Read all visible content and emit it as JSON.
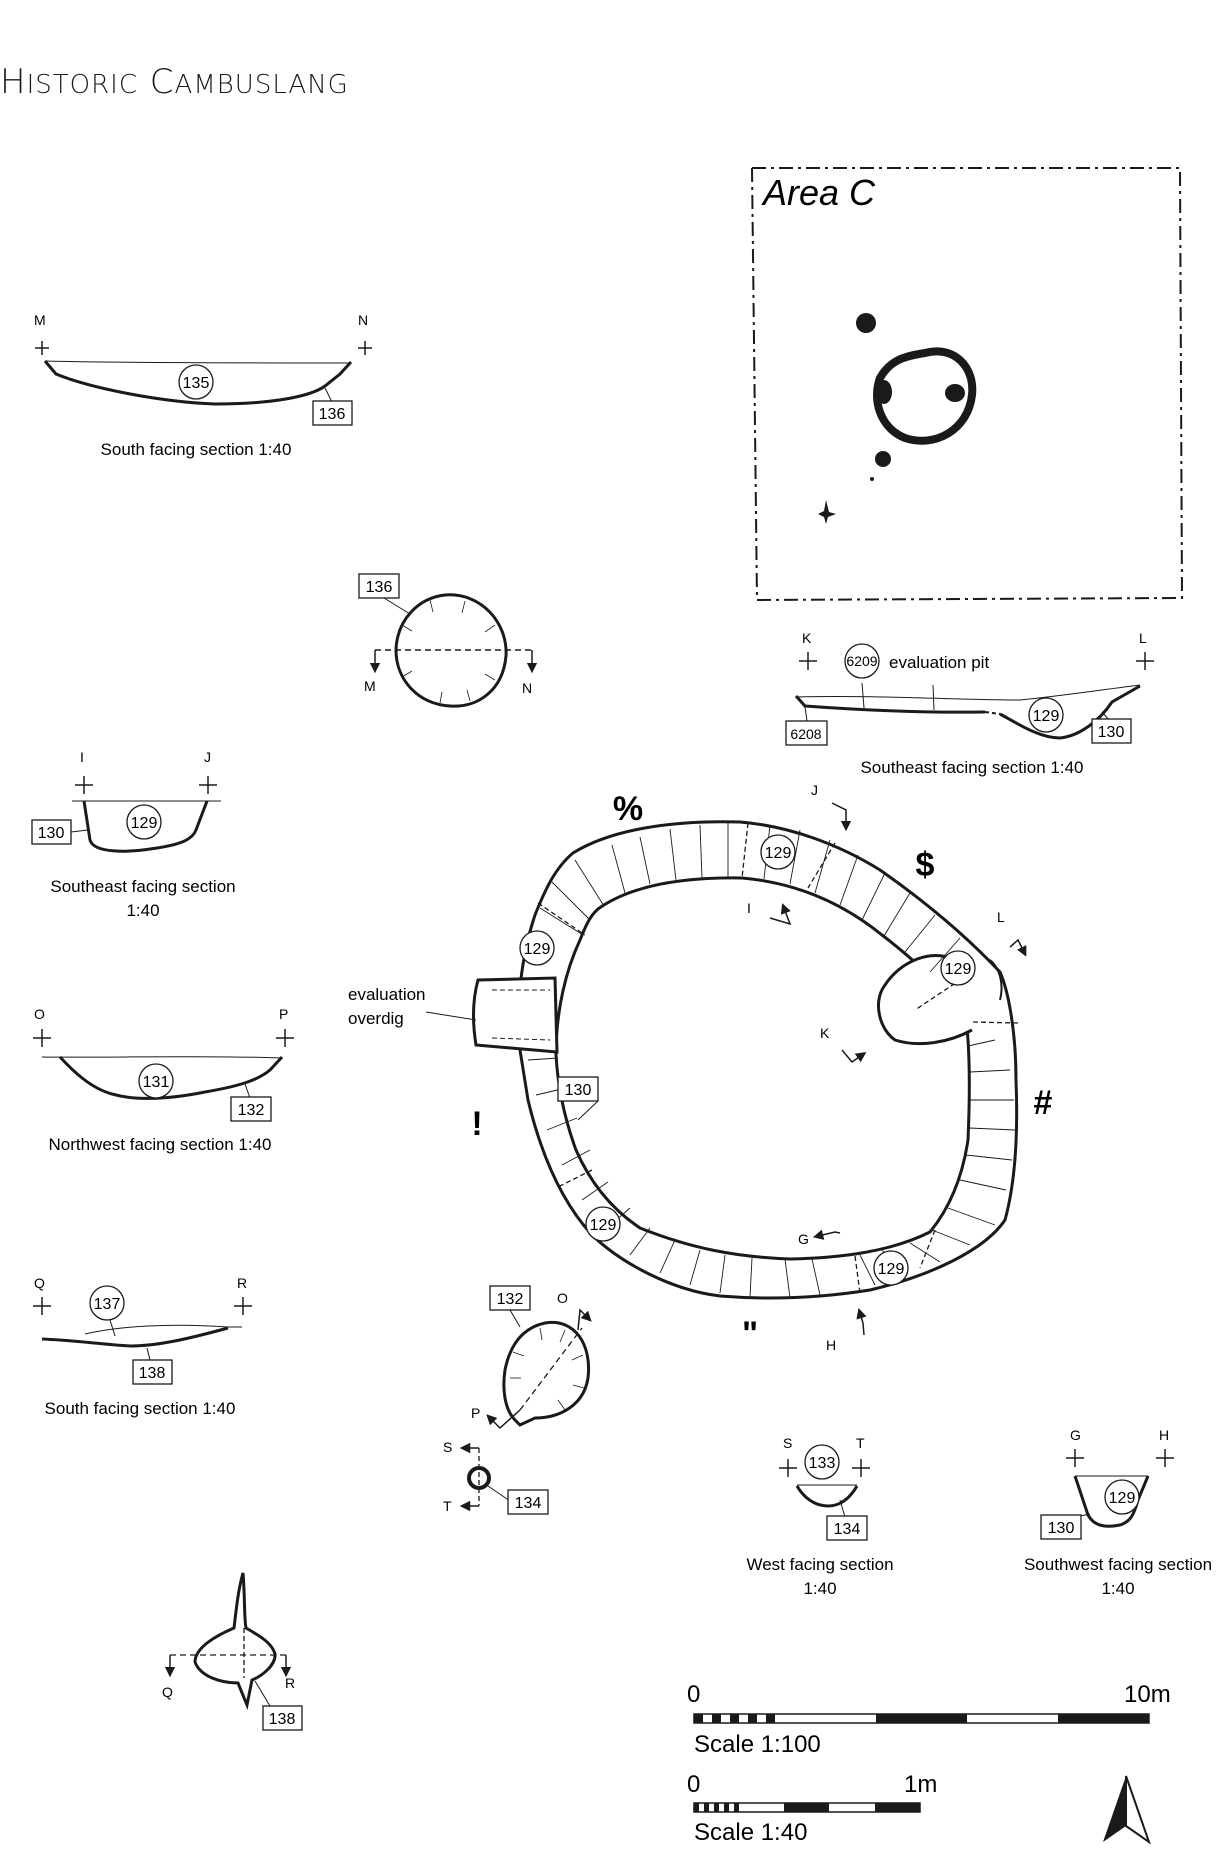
{
  "header": {
    "title_prefix": "H",
    "title_small": "ISTORIC",
    "title_c": "C",
    "title_rest": "AMBUSLANG"
  },
  "area": {
    "title": "Area C"
  },
  "feature_symbols": {
    "pct": "%",
    "dollar": "$",
    "hash": "#",
    "bang": "!",
    "quote": "\""
  },
  "sections": {
    "mn": {
      "left": "M",
      "right": "N",
      "fill": "135",
      "cut": "136",
      "caption": "South facing section 1:40"
    },
    "ij": {
      "left": "I",
      "right": "J",
      "fill": "129",
      "cut": "130",
      "caption_1": "Southeast facing section",
      "caption_2": "1:40"
    },
    "op": {
      "left": "O",
      "right": "P",
      "fill": "131",
      "cut": "132",
      "caption": "Northwest facing section 1:40"
    },
    "qr": {
      "left": "Q",
      "right": "R",
      "fill": "137",
      "cut": "138",
      "caption": "South facing section 1:40"
    },
    "kl": {
      "left": "K",
      "right": "L",
      "fill_eval": "6209",
      "note": "evaluation pit",
      "cut_eval": "6208",
      "fill": "129",
      "cut": "130",
      "caption": "Southeast facing section 1:40"
    },
    "st": {
      "left": "S",
      "right": "T",
      "fill": "133",
      "cut": "134",
      "caption_1": "West facing section",
      "caption_2": "1:40"
    },
    "gh": {
      "left": "G",
      "right": "H",
      "fill": "129",
      "cut": "130",
      "caption_1": "Southwest facing section",
      "caption_2": "1:40"
    }
  },
  "plans": {
    "p136": {
      "cut": "136",
      "left": "M",
      "right": "N"
    },
    "ring": {
      "fill_labels": [
        "129",
        "129",
        "129",
        "129",
        "129"
      ],
      "cut": "130",
      "section_letters": [
        "J",
        "I",
        "L",
        "K",
        "G",
        "H"
      ],
      "overdig_1": "evaluation",
      "overdig_2": "overdig"
    },
    "p132": {
      "cut": "132",
      "o": "O",
      "p": "P"
    },
    "p134": {
      "cut": "134",
      "s": "S",
      "t": "T"
    },
    "p138": {
      "cut": "138",
      "q": "Q",
      "r": "R"
    }
  },
  "scales": {
    "big": {
      "zero": "0",
      "end": "10m",
      "label": "Scale 1:100"
    },
    "small": {
      "zero": "0",
      "end": "1m",
      "label": "Scale 1:40"
    }
  }
}
